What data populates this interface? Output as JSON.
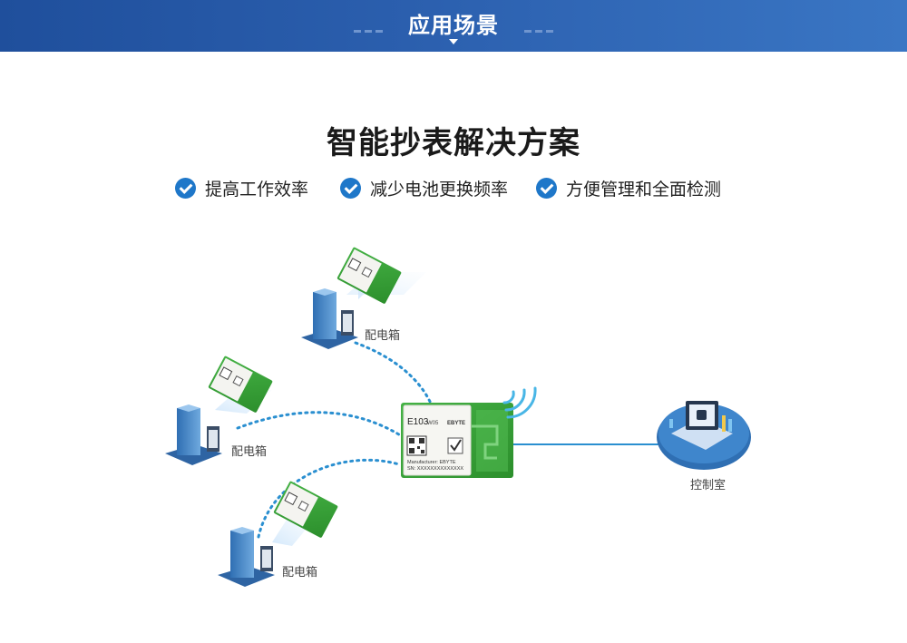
{
  "header": {
    "title": "应用场景"
  },
  "main": {
    "title": "智能抄表解决方案",
    "features": [
      {
        "label": "提高工作效率"
      },
      {
        "label": "减少电池更换频率"
      },
      {
        "label": "方便管理和全面检测"
      }
    ]
  },
  "diagram": {
    "substation_label": "配电箱",
    "control_room_label": "控制室",
    "module": {
      "model": "E103",
      "variant": "W05",
      "brand": "EBYTE",
      "manufacturer_line": "Manufacturer: EBYTE",
      "sn_line": "SN: XXXXXXXXXXXXXX"
    },
    "colors": {
      "banner": "#2b5fae",
      "accent": "#1e77c9",
      "pcb_green": "#3aa63a",
      "link_dotted": "#2a8fd0"
    }
  }
}
